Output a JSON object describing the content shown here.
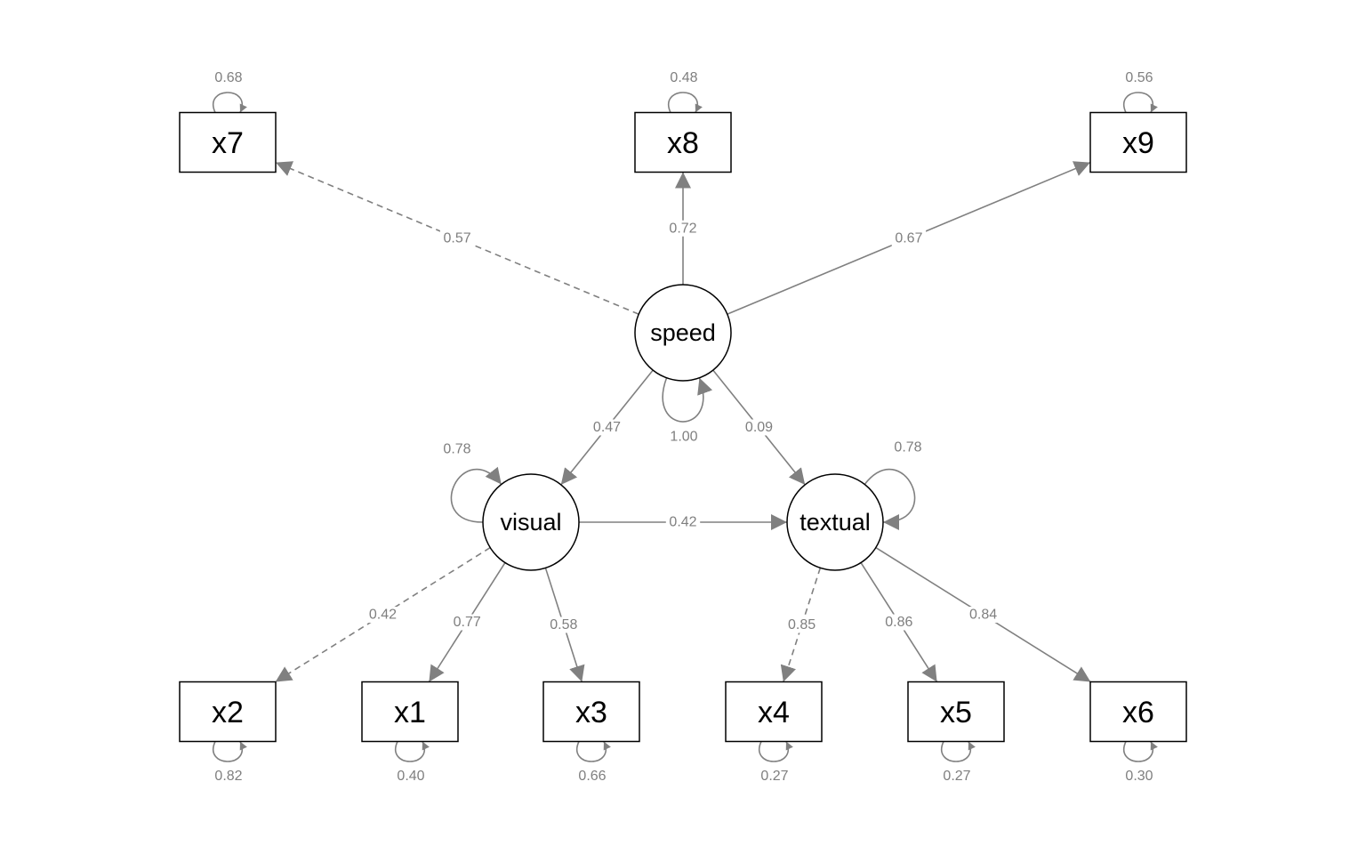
{
  "colors": {
    "edge": "#808080",
    "label": "#7f7f7f",
    "node_stroke": "#000000",
    "background": "#ffffff"
  },
  "observed": [
    {
      "id": "x7",
      "label": "x7",
      "variance": "0.68"
    },
    {
      "id": "x8",
      "label": "x8",
      "variance": "0.48"
    },
    {
      "id": "x9",
      "label": "x9",
      "variance": "0.56"
    },
    {
      "id": "x2",
      "label": "x2",
      "variance": "0.82"
    },
    {
      "id": "x1",
      "label": "x1",
      "variance": "0.40"
    },
    {
      "id": "x3",
      "label": "x3",
      "variance": "0.66"
    },
    {
      "id": "x4",
      "label": "x4",
      "variance": "0.27"
    },
    {
      "id": "x5",
      "label": "x5",
      "variance": "0.27"
    },
    {
      "id": "x6",
      "label": "x6",
      "variance": "0.30"
    }
  ],
  "latent": [
    {
      "id": "speed",
      "label": "speed",
      "variance": "1.00"
    },
    {
      "id": "visual",
      "label": "visual",
      "variance": "0.78"
    },
    {
      "id": "textual",
      "label": "textual",
      "variance": "0.78"
    }
  ],
  "paths": [
    {
      "from": "speed",
      "to": "x7",
      "value": "0.57",
      "dashed": true
    },
    {
      "from": "speed",
      "to": "x8",
      "value": "0.72",
      "dashed": false
    },
    {
      "from": "speed",
      "to": "x9",
      "value": "0.67",
      "dashed": false
    },
    {
      "from": "speed",
      "to": "visual",
      "value": "0.47",
      "dashed": false
    },
    {
      "from": "speed",
      "to": "textual",
      "value": "0.09",
      "dashed": false
    },
    {
      "from": "visual",
      "to": "textual",
      "value": "0.42",
      "dashed": false
    },
    {
      "from": "visual",
      "to": "x2",
      "value": "0.42",
      "dashed": true
    },
    {
      "from": "visual",
      "to": "x1",
      "value": "0.77",
      "dashed": false
    },
    {
      "from": "visual",
      "to": "x3",
      "value": "0.58",
      "dashed": false
    },
    {
      "from": "textual",
      "to": "x4",
      "value": "0.85",
      "dashed": true
    },
    {
      "from": "textual",
      "to": "x5",
      "value": "0.86",
      "dashed": false
    },
    {
      "from": "textual",
      "to": "x6",
      "value": "0.84",
      "dashed": false
    }
  ]
}
